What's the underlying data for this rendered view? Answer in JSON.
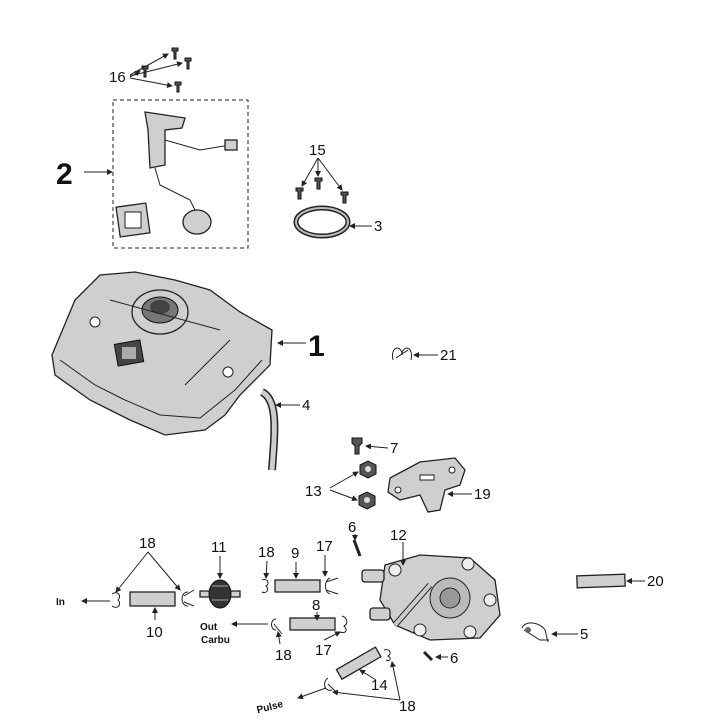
{
  "diagram": {
    "labels": {
      "p16": "16",
      "p2": "2",
      "p15": "15",
      "p3": "3",
      "p1": "1",
      "p21": "21",
      "p4": "4",
      "p7": "7",
      "p13": "13",
      "p19": "19",
      "p6a": "6",
      "p12": "12",
      "p18a": "18",
      "p11": "11",
      "p18b": "18",
      "p9": "9",
      "p17a": "17",
      "p20": "20",
      "p10": "10",
      "p8": "8",
      "p5": "5",
      "p18c": "18",
      "p17b": "17",
      "p6b": "6",
      "p14": "14",
      "p18d": "18"
    },
    "flow_labels": {
      "in": "In",
      "out": "Out",
      "carbu": "Carbu",
      "pulse": "Pulse"
    }
  }
}
